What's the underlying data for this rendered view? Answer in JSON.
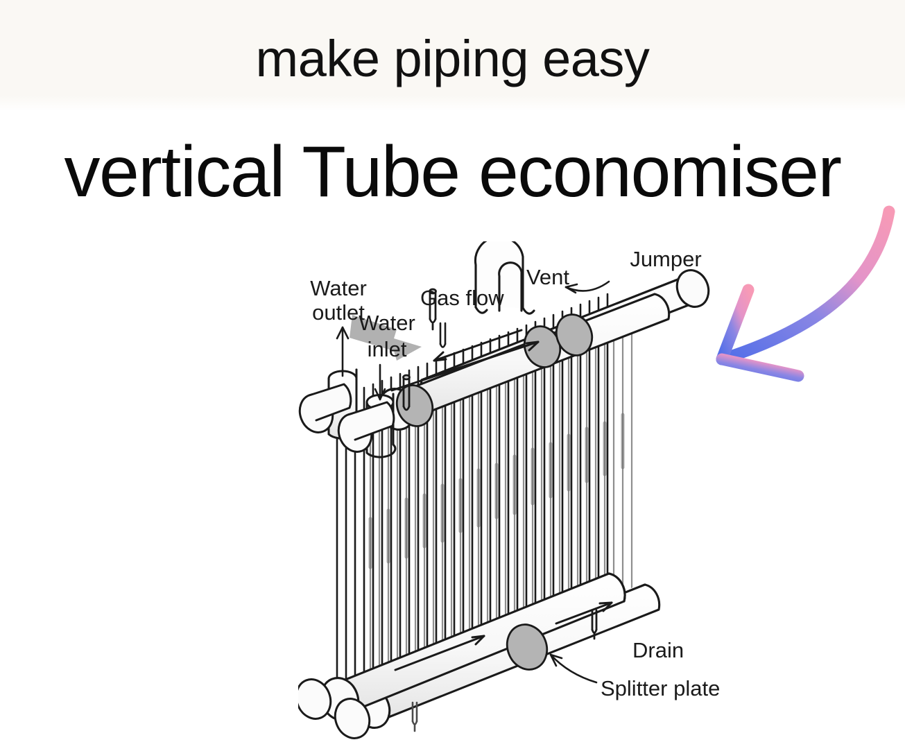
{
  "meme": {
    "top_caption": "make piping easy",
    "main_caption": "vertical Tube economiser"
  },
  "diagram": {
    "title": "vertical Tube economiser",
    "type": "isometric-engineering-line-drawing",
    "labels": [
      {
        "id": "water-outlet",
        "text": "Water outlet",
        "line1": "Water",
        "line2": "outlet",
        "marker": "up-arrow"
      },
      {
        "id": "water-inlet",
        "text": "Water inlet",
        "line1": "Water",
        "line2": "inlet",
        "marker": "down-arrow"
      },
      {
        "id": "gas-flow",
        "text": "Gas flow",
        "line1": "Gas flow",
        "line2": "",
        "marker": "grey-block-arrow"
      },
      {
        "id": "vent",
        "text": "Vent",
        "line1": "Vent",
        "line2": "",
        "marker": "stub-nozzle"
      },
      {
        "id": "jumper",
        "text": "Jumper",
        "line1": "Jumper",
        "line2": "",
        "marker": "leader-curve"
      },
      {
        "id": "drain",
        "text": "Drain",
        "line1": "Drain",
        "line2": "",
        "marker": "stub-nozzle"
      },
      {
        "id": "splitter-plate",
        "text": "Splitter plate",
        "line1": "Splitter plate",
        "line2": "",
        "marker": "leader-curve"
      }
    ],
    "components": [
      "top-header-front",
      "top-header-rear",
      "bottom-header-front",
      "bottom-header-rear",
      "vertical-tube-bank",
      "jumper-u-pipe",
      "water-outlet-nozzle",
      "water-inlet-nozzle",
      "vent-nozzle",
      "drain-nozzle",
      "splitter-plate-top",
      "splitter-plate-bottom"
    ],
    "tube_count": 30,
    "flow_arrows": 5,
    "colors": {
      "ink": "#1a1a1a",
      "tube_fill": "#ffffff",
      "tube_shade": "#8c8c8c",
      "plate_fill": "#b4b4b4",
      "gas_arrow": "#a8a8a8",
      "header_fill": "#fbfbfb"
    }
  },
  "annotation": {
    "name": "curved-pointer-arrow",
    "direction": "down-left",
    "gradient_from": "#f79ab6",
    "gradient_to": "#5570e8",
    "stroke_width": 17
  },
  "background": {
    "page": "#ffffff",
    "band": "#faf8f4"
  }
}
